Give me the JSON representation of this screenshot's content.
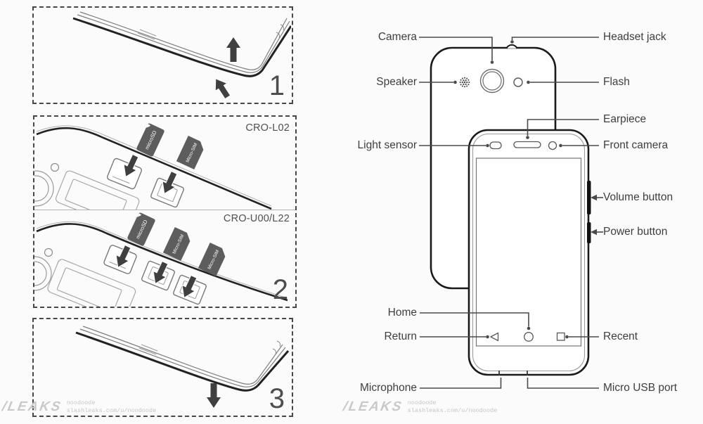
{
  "panels": {
    "step1": {
      "number": "1"
    },
    "step2": {
      "number": "2",
      "model_top": "CRO-L02",
      "model_bottom": "CRO-U00/L22"
    },
    "step3": {
      "number": "3"
    },
    "cards": {
      "microsd": "microSD",
      "microsim": "Micro-SIM"
    }
  },
  "diagram": {
    "labels": {
      "camera": "Camera",
      "headset_jack": "Headset jack",
      "speaker": "Speaker",
      "flash": "Flash",
      "earpiece": "Earpiece",
      "light_sensor": "Light sensor",
      "front_camera": "Front camera",
      "volume_button": "Volume button",
      "power_button": "Power button",
      "home": "Home",
      "return": "Return",
      "recent": "Recent",
      "microphone": "Microphone",
      "micro_usb_port": "Micro USB port"
    }
  },
  "watermark": {
    "logo": "/LEAKS",
    "username": "noodoode",
    "url": "slashleaks.com/u/noodoode"
  },
  "colors": {
    "background": "#fbfbfb",
    "outline": "#1a1a1a",
    "label_text": "#3e3e3e",
    "indicator_line": "#4a4a4a",
    "card_fill": "#5d5d5d",
    "watermark": "#c9c9c9"
  }
}
